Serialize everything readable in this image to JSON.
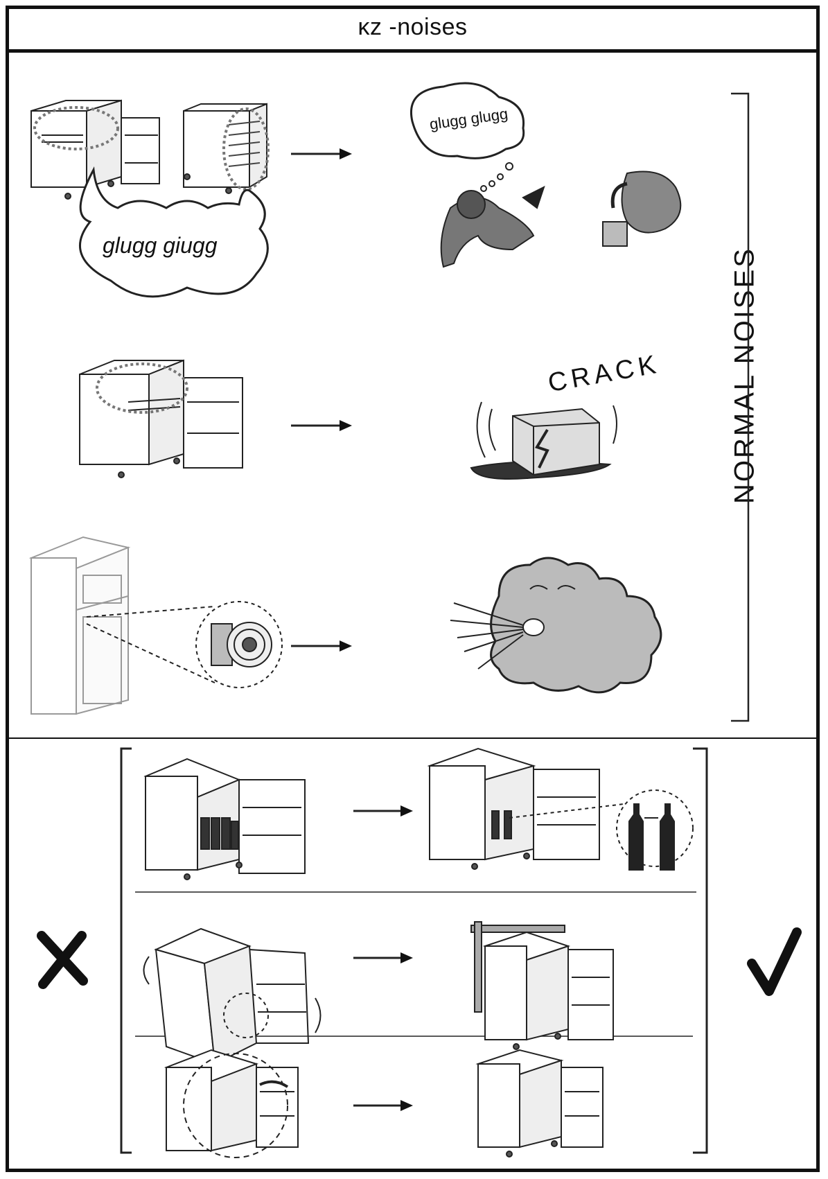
{
  "header": {
    "title": "ĸz -noises"
  },
  "sections": {
    "normal": {
      "label": "NORMAL NOISES",
      "rows": [
        {
          "sound_left": "glugg giugg",
          "sound_right": "glugg glugg"
        },
        {
          "sound_right": "CRACK"
        },
        {}
      ]
    },
    "fixes": {
      "bad_icon": "cross-mark-icon",
      "good_icon": "check-mark-icon"
    }
  }
}
